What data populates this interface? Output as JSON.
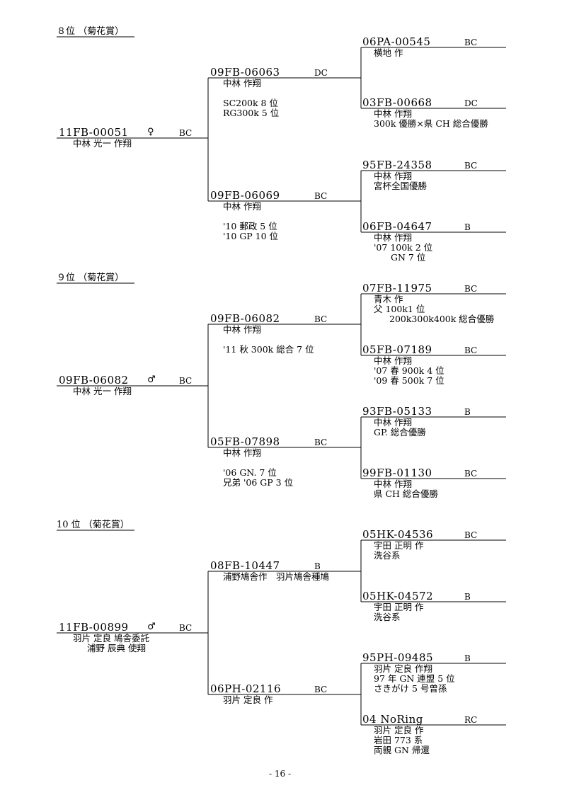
{
  "sections": [
    {
      "title": "８位 （菊花賞）",
      "subject": {
        "ring": "11FB-00051",
        "sex": "♀",
        "color": "BC",
        "lines": [
          "中林 光一 作翔"
        ]
      },
      "sire": {
        "ring": "09FB-06063",
        "color": "DC",
        "lines": [
          "中林 作翔",
          "",
          "SC200k 8 位",
          "RG300k 5 位"
        ]
      },
      "dam": {
        "ring": "09FB-06069",
        "color": "BC",
        "lines": [
          "中林 作翔",
          "",
          "'10 郵政 5 位",
          "'10 GP 10 位"
        ]
      },
      "sire_sire": {
        "ring": "06PA-00545",
        "color": "BC",
        "lines": [
          "横地 作"
        ]
      },
      "sire_dam": {
        "ring": "03FB-00668",
        "color": "DC",
        "lines": [
          "中林 作翔",
          "300k 優勝×県 CH 総合優勝"
        ]
      },
      "dam_sire": {
        "ring": "95FB-24358",
        "color": "BC",
        "lines": [
          "中林 作翔",
          "宮杯全国優勝"
        ]
      },
      "dam_dam": {
        "ring": "06FB-04647",
        "color": "B",
        "lines": [
          "中林 作翔",
          "'07 100k 2 位",
          "GN 7 位"
        ]
      }
    },
    {
      "title": "９位 （菊花賞）",
      "subject": {
        "ring": "09FB-06082",
        "sex": "♂",
        "color": "BC",
        "lines": [
          "中林 光一 作翔"
        ]
      },
      "sire": {
        "ring": "09FB-06082",
        "color": "BC",
        "lines": [
          "中林 作翔",
          "",
          "'11 秋 300k 総合 7 位"
        ]
      },
      "dam": {
        "ring": "05FB-07898",
        "color": "BC",
        "lines": [
          "中林 作翔",
          "",
          "'06 GN. 7 位",
          "兄弟 '06 GP 3 位"
        ]
      },
      "sire_sire": {
        "ring": "07FB-11975",
        "color": "BC",
        "lines": [
          "青木 作",
          "父 100k1 位",
          "200k300k400k 総合優勝"
        ]
      },
      "sire_dam": {
        "ring": "05FB-07189",
        "color": "BC",
        "lines": [
          "中林 作翔",
          "'07 春  900k 4 位",
          "'09 春  500k 7 位"
        ]
      },
      "dam_sire": {
        "ring": "93FB-05133",
        "color": "B",
        "lines": [
          "中林 作翔",
          "GP. 総合優勝"
        ]
      },
      "dam_dam": {
        "ring": "99FB-01130",
        "color": "BC",
        "lines": [
          "中林 作翔",
          "県 CH 総合優勝"
        ]
      }
    },
    {
      "title": "10 位 （菊花賞）",
      "subject": {
        "ring": "11FB-00899",
        "sex": "♂",
        "color": "BC",
        "lines": [
          "羽片 定良 鳩舎委託",
          "浦野 辰典 使翔"
        ]
      },
      "sire": {
        "ring": "08FB-10447",
        "color": "B",
        "lines": [
          "浦野鳩舎作　羽片鳩舎種鳩"
        ]
      },
      "dam": {
        "ring": "06PH-02116",
        "color": "BC",
        "lines": [
          "羽片 定良 作"
        ]
      },
      "sire_sire": {
        "ring": "05HK-04536",
        "color": "BC",
        "lines": [
          "宇田 正明 作",
          "洗谷系"
        ]
      },
      "sire_dam": {
        "ring": "05HK-04572",
        "color": "B",
        "lines": [
          "宇田 正明 作",
          "洗谷系"
        ]
      },
      "dam_sire": {
        "ring": "95PH-09485",
        "color": "B",
        "lines": [
          "羽片 定良 作翔",
          "97 年 GN 連盟 5 位",
          "さきがけ 5 号曾孫"
        ]
      },
      "dam_dam": {
        "ring": "04 NoRing",
        "color": "RC",
        "lines": [
          "羽片 定良 作",
          "岩田 773 系",
          "両親 GN 帰還"
        ]
      }
    }
  ],
  "page_number": "- 16 -"
}
